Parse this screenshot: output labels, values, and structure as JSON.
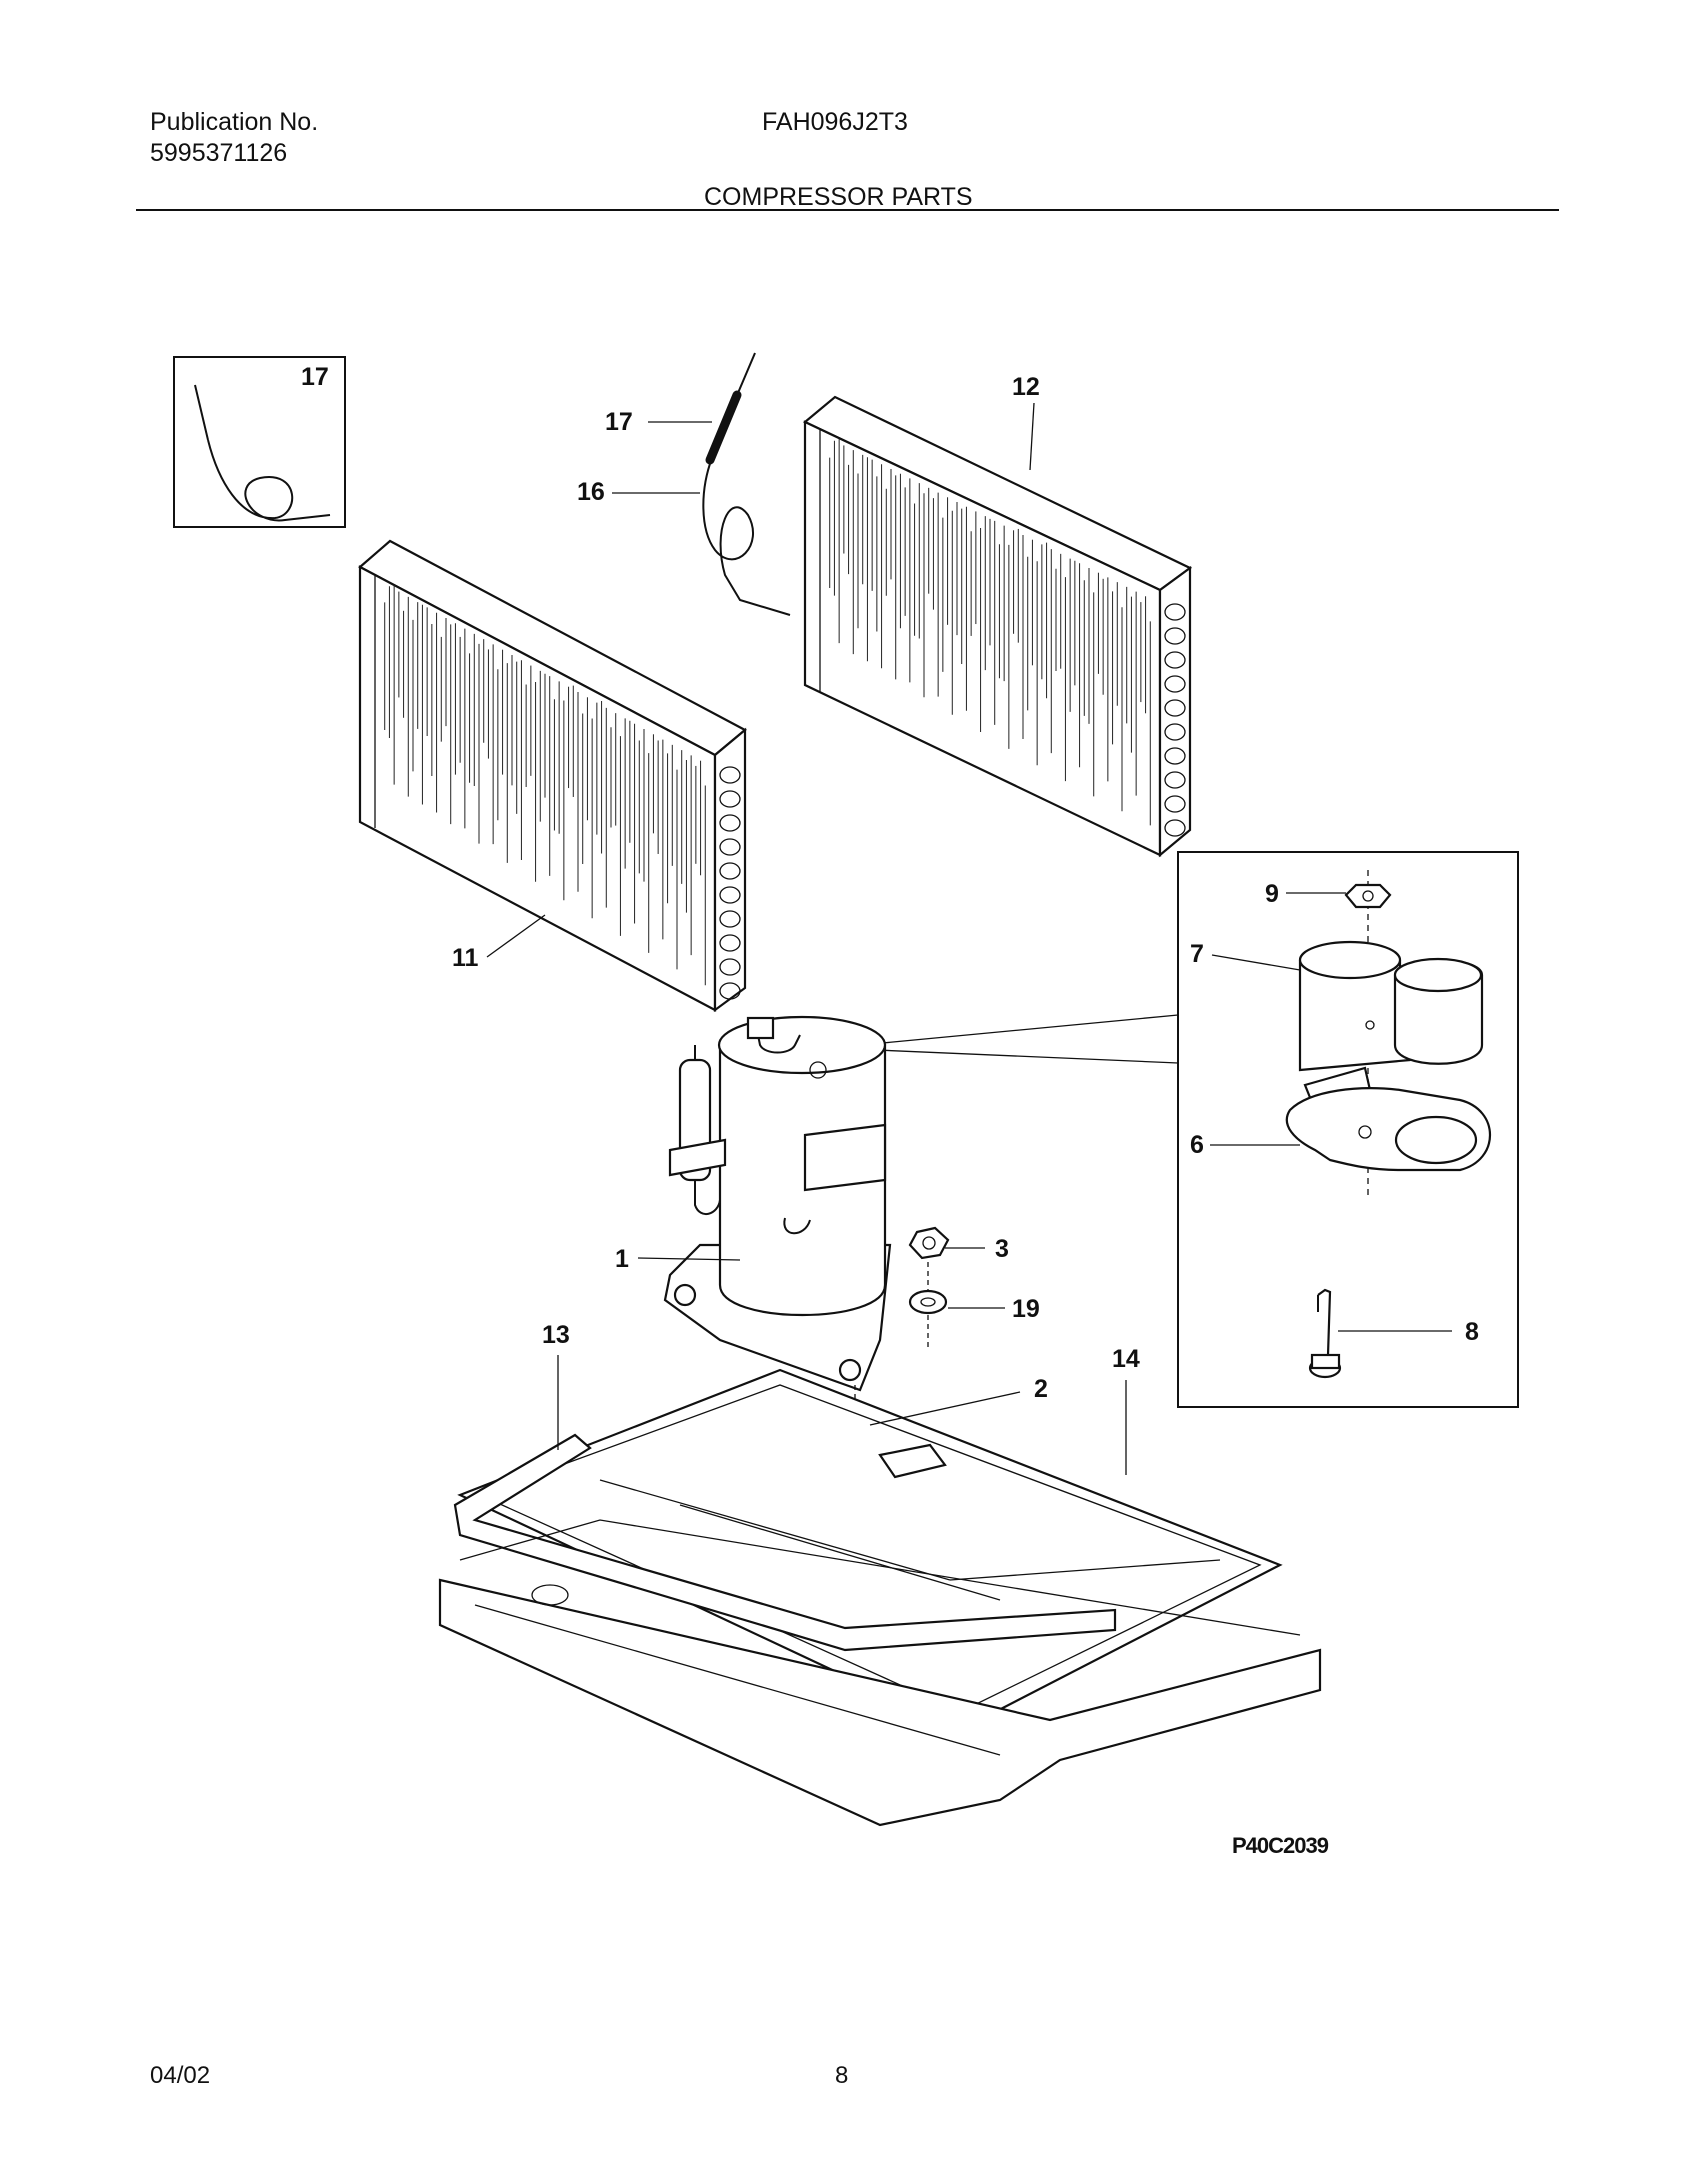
{
  "header": {
    "publication_label": "Publication No.",
    "publication_number": "5995371126",
    "model": "FAH096J2T3",
    "section_title": "COMPRESSOR PARTS"
  },
  "diagram": {
    "drawing_code": "P40C2039",
    "callouts": {
      "inset_17": "17",
      "c17": "17",
      "c16": "16",
      "c12": "12",
      "c11": "11",
      "c9": "9",
      "c7": "7",
      "c6": "6",
      "c8": "8",
      "c1": "1",
      "c3": "3",
      "c19": "19",
      "c13": "13",
      "c14": "14",
      "c2": "2"
    }
  },
  "footer": {
    "date": "04/02",
    "page_number": "8"
  }
}
